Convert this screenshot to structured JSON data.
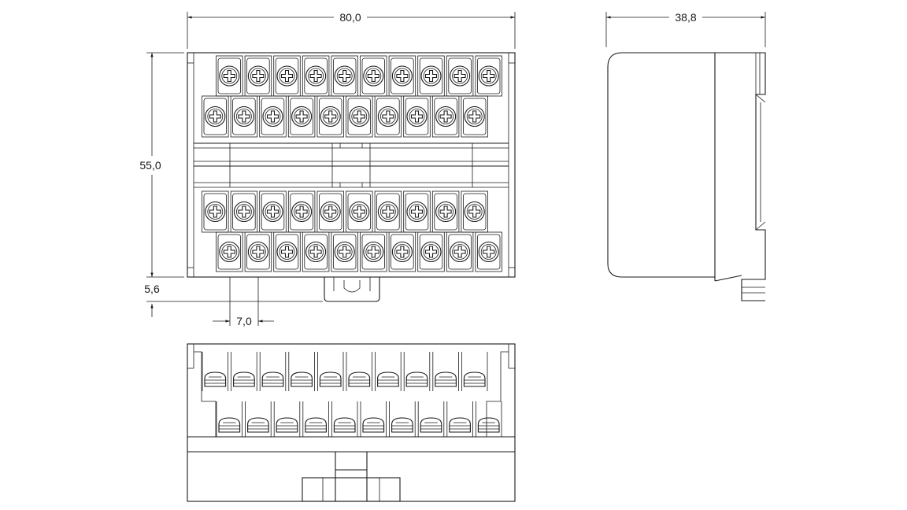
{
  "drawing": {
    "views": [
      "front-view",
      "side-view",
      "bottom-view"
    ],
    "dimensions": {
      "width": "80,0",
      "depth": "38,8",
      "height": "55,0",
      "rail_offset": "5,6",
      "pitch": "7,0"
    },
    "front_view": {
      "terminal_rows": 4,
      "terminals_per_row": 10,
      "screw_head": "phillips-screw-icon"
    }
  }
}
